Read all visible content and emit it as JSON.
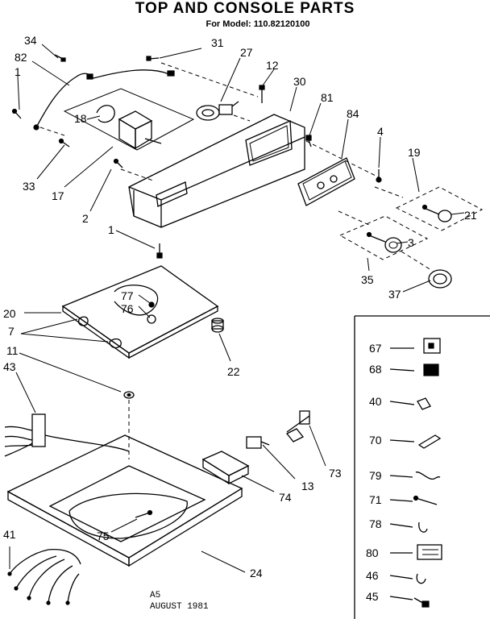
{
  "page": {
    "title": "TOP AND CONSOLE PARTS",
    "model_line": "For Model: 110.82120100",
    "footer_code": "A5",
    "footer_date": "AUGUST 1981"
  },
  "callouts": {
    "c34": "34",
    "c82": "82",
    "c31": "31",
    "c1a": "1",
    "c27": "27",
    "c12": "12",
    "c30": "30",
    "c81": "81",
    "c84": "84",
    "c4": "4",
    "c18": "18",
    "c19": "19",
    "c21": "21",
    "c33": "33",
    "c17": "17",
    "c2": "2",
    "c3": "3",
    "c1b": "1",
    "c35": "35",
    "c37": "37",
    "c20": "20",
    "c77": "77",
    "c76": "76",
    "c7": "7",
    "c11": "11",
    "c22": "22",
    "c43": "43",
    "c73": "73",
    "c13": "13",
    "c74": "74",
    "c75": "75",
    "c24": "24",
    "c41": "41"
  },
  "legend": {
    "items": [
      "67",
      "68",
      "40",
      "70",
      "79",
      "71",
      "78",
      "80",
      "46",
      "45"
    ]
  }
}
